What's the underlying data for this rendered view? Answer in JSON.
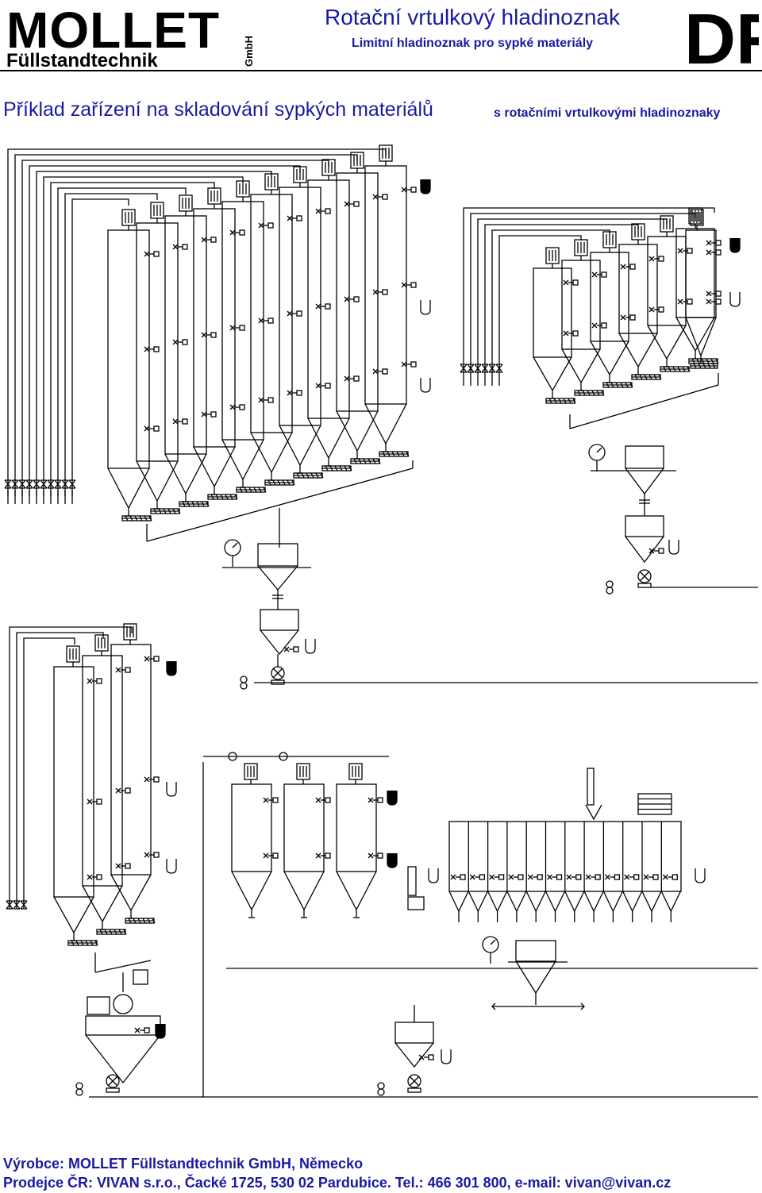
{
  "header": {
    "logo_text_top": "MOLLET",
    "logo_text_bottom": "Füllstandtechnik",
    "logo_text_side": "GmbH",
    "title": "Rotační vrtulkový hladinoznak",
    "subtitle": "Limitní hladinoznak pro sypké materiály",
    "badge": "DF"
  },
  "section": {
    "title": "Příklad zařízení na skladování sypkých materiálů",
    "subtitle": "s rotačními vrtulkovými hladinoznaky"
  },
  "footer": {
    "line1": "Výrobce: MOLLET Füllstandtechnik GmbH, Německo",
    "line2": "Prodejce ČR: VIVAN s.r.o., Čacké 1725, 530 02 Pardubice. Tel.: 466 301 800, e-mail: vivan@vivan.cz"
  },
  "colors": {
    "heading": "#1a1aa0",
    "line": "#000000"
  }
}
